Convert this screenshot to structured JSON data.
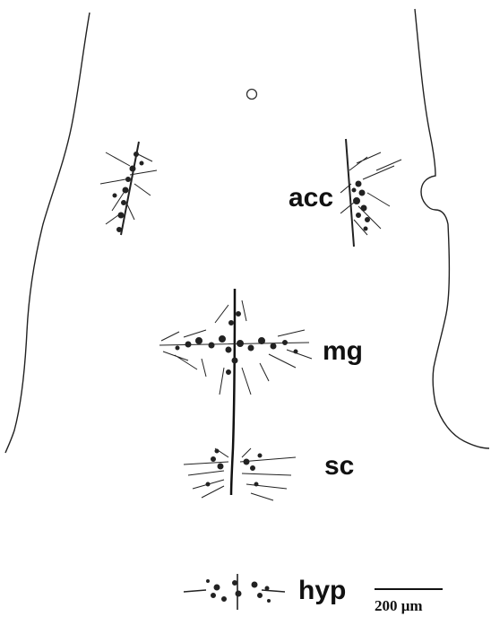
{
  "labels": {
    "acc": "acc",
    "mg": "mg",
    "sc": "sc",
    "hyp": "hyp"
  },
  "scale_bar": {
    "label": "200 μm",
    "length_um": 200
  },
  "colors": {
    "ink": "#111111",
    "background": "#ffffff"
  }
}
